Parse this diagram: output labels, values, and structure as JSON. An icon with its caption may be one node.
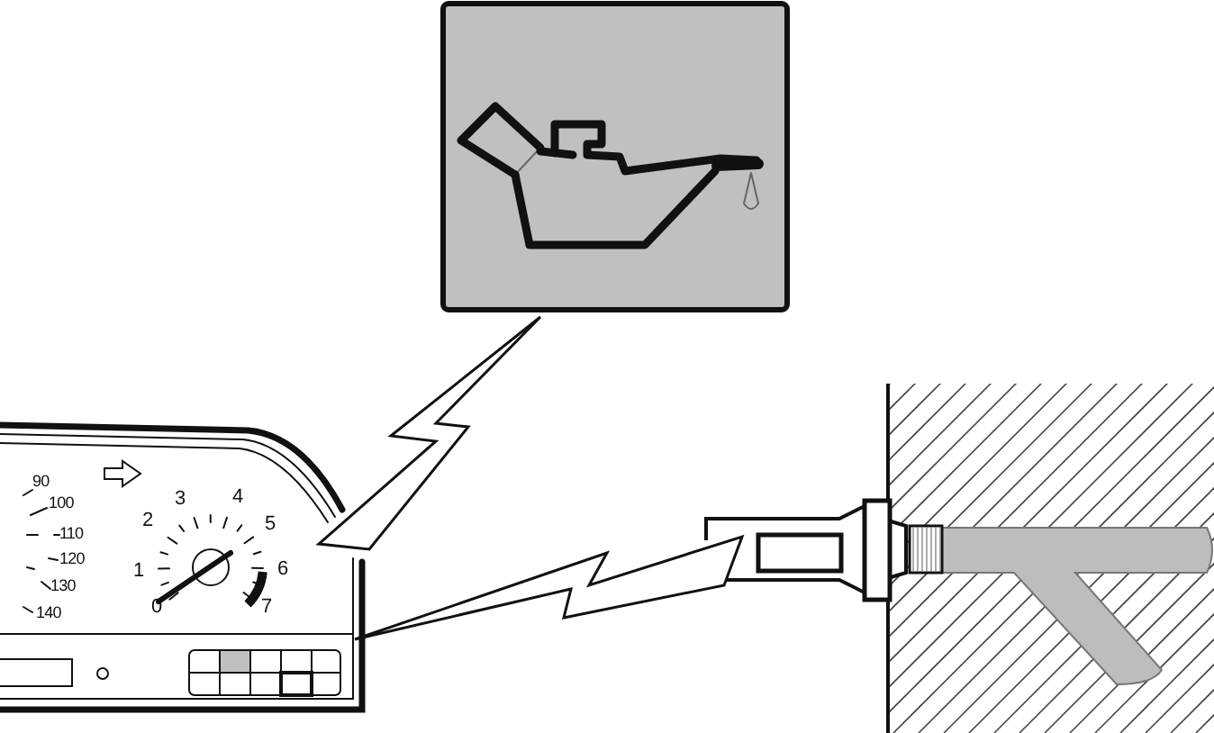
{
  "diagram": {
    "nodes": [
      {
        "text": [],
        "shape": "picture"
      },
      {
        "text": [],
        "shape": "picture"
      },
      {
        "text": [],
        "shape": "picture"
      }
    ],
    "edges": [
      {
        "from": 0,
        "to": 1,
        "arrow": "none"
      },
      {
        "from": 1,
        "to": 2,
        "arrow": "none"
      }
    ],
    "labels": [
      "90",
      "100",
      "110",
      "120",
      "130",
      "140",
      "0",
      "1",
      "2",
      "3",
      "4",
      "5",
      "6",
      "7"
    ]
  }
}
